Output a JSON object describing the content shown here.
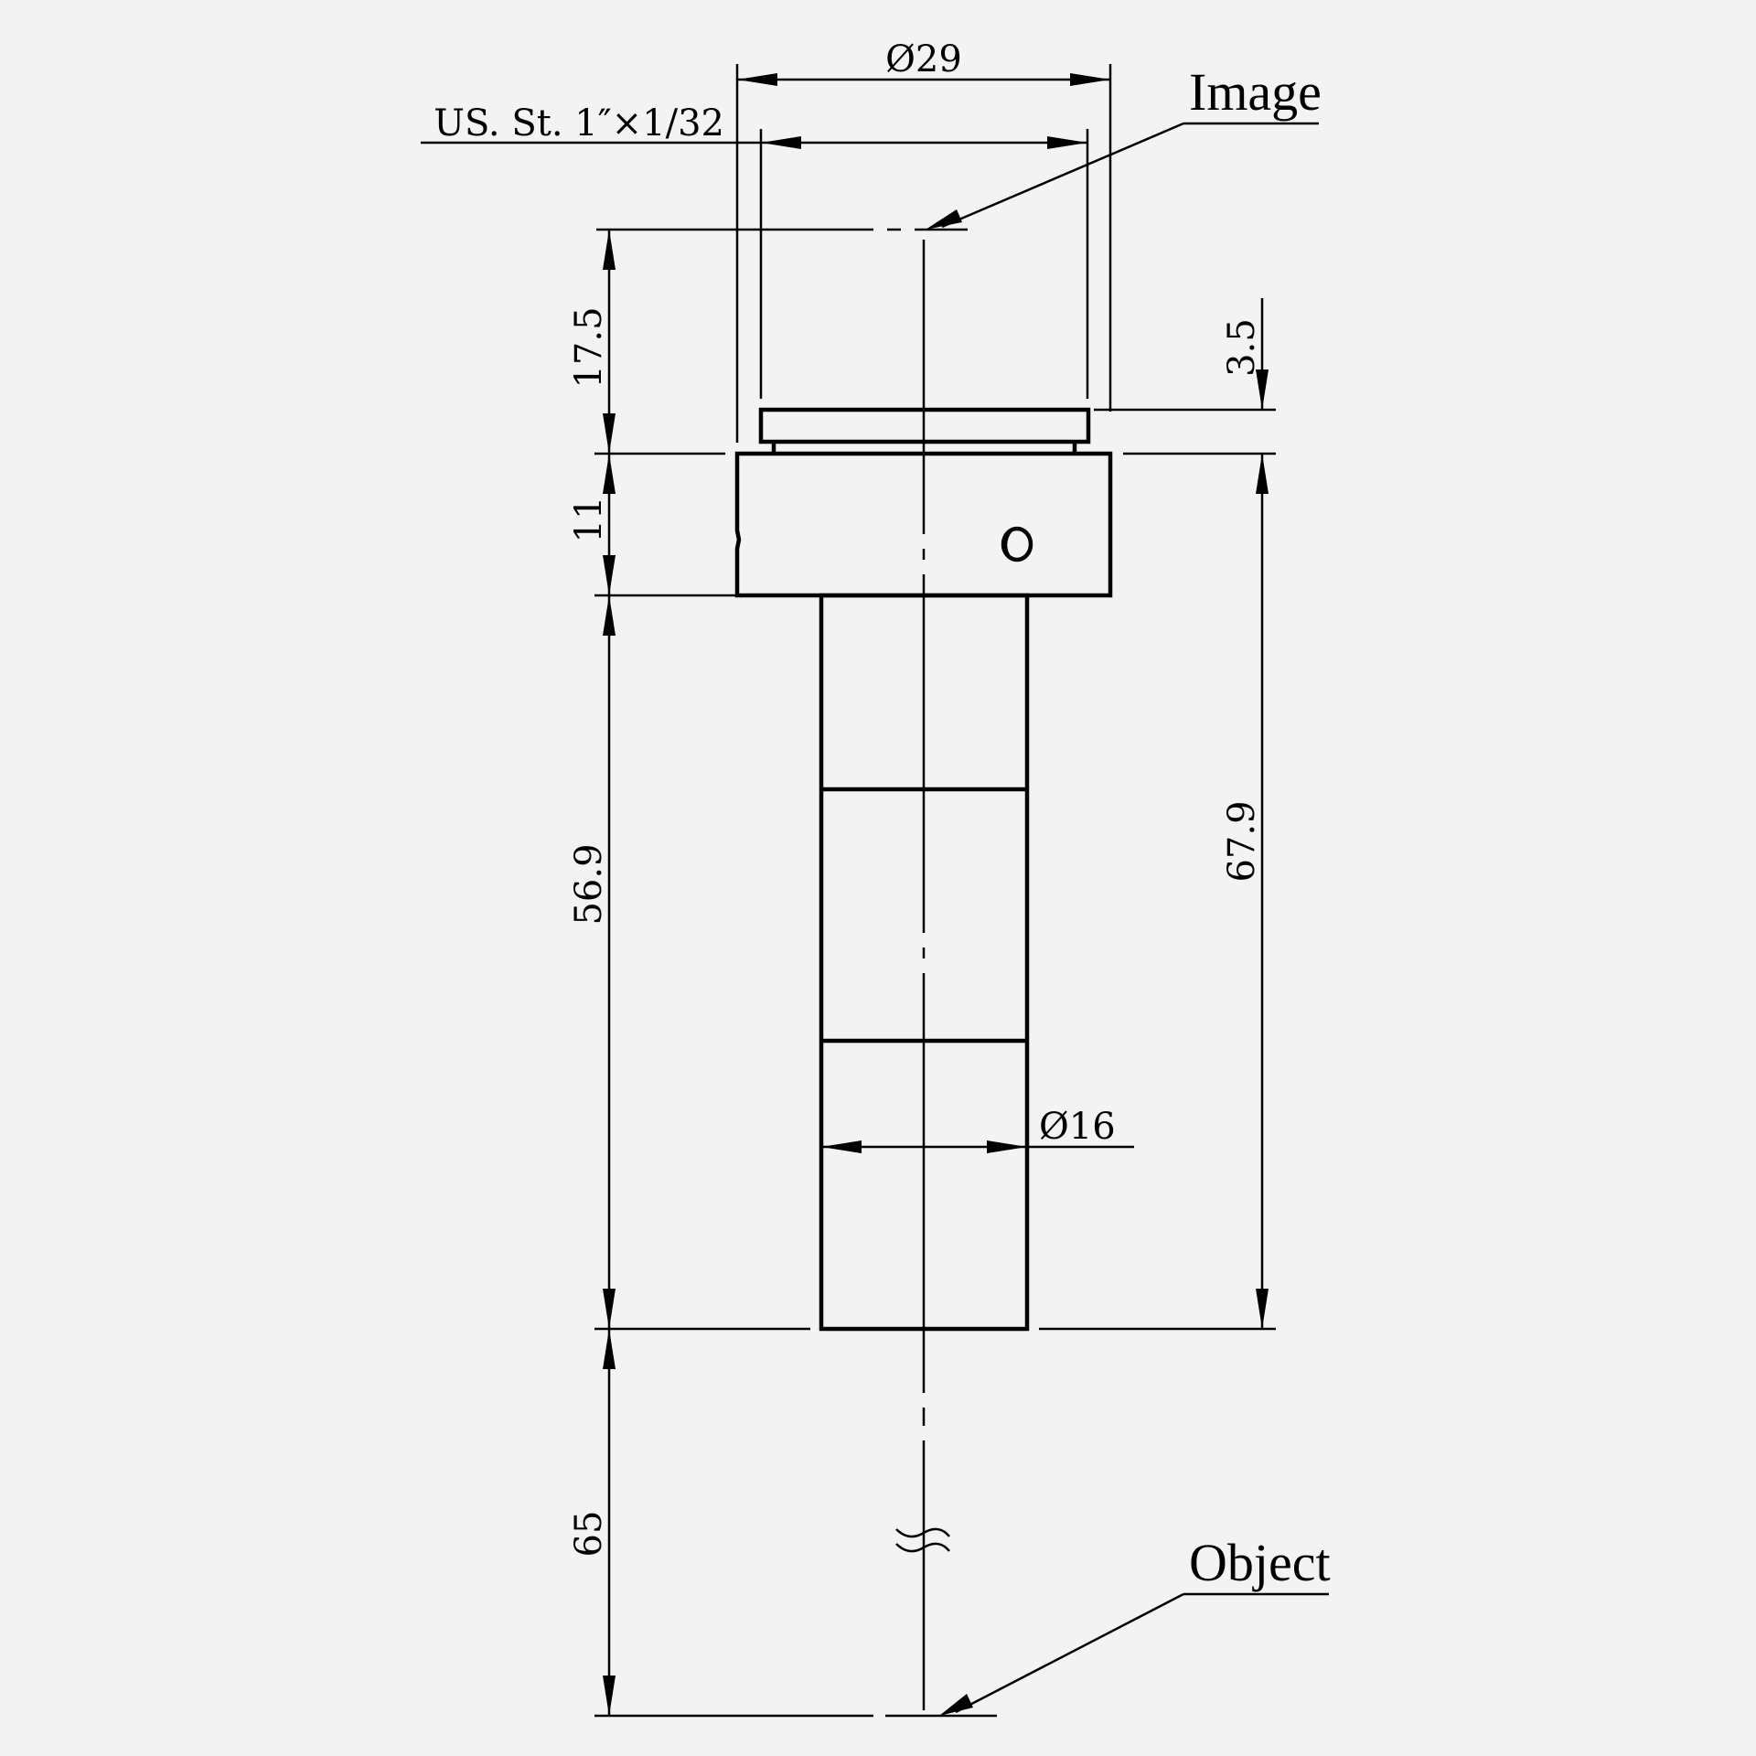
{
  "drawing": {
    "type": "lens mechanical drawing",
    "background": "#f3f3f3",
    "line_color": "#000000",
    "units": "mm"
  },
  "labels": {
    "image": "Image",
    "object": "Object"
  },
  "dimensions": {
    "outer_diameter": "Ø29",
    "thread": "US. St. 1″×1/32",
    "tube_diameter": "Ø16",
    "flange_to_image": "17.5",
    "body_height": "11",
    "tube_length": "56.9",
    "working_distance": "65",
    "thread_ring_height": "3.5",
    "total_length": "67.9"
  },
  "symbols": {
    "break_mark": "break-symbol",
    "set_screw": "set-screw-circle"
  }
}
